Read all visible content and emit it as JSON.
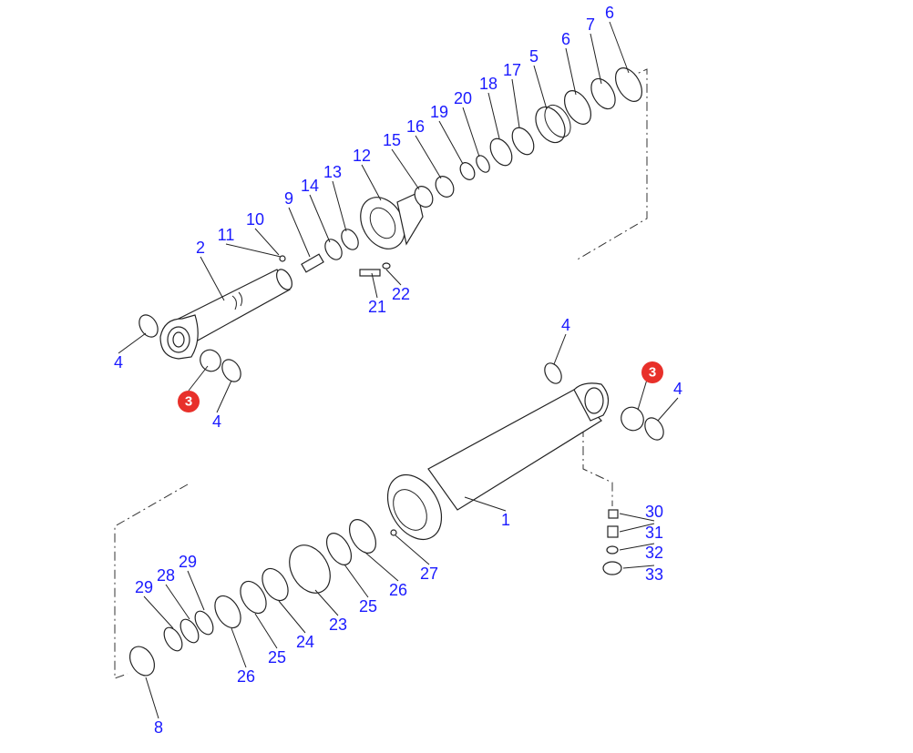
{
  "diagram": {
    "title": "Hydraulic cylinder exploded parts diagram",
    "label_color": "#1a1aff",
    "highlight_color": "#e8302a",
    "labels": [
      "6",
      "7",
      "6",
      "5",
      "17",
      "18",
      "20",
      "19",
      "16",
      "15",
      "12",
      "13",
      "14",
      "9",
      "10",
      "11",
      "2",
      "22",
      "21",
      "4",
      "4",
      "4",
      "4",
      "1",
      "30",
      "31",
      "32",
      "33",
      "27",
      "26",
      "25",
      "23",
      "24",
      "25",
      "26",
      "29",
      "28",
      "29",
      "8"
    ],
    "highlighted_labels": [
      "3",
      "3"
    ]
  }
}
